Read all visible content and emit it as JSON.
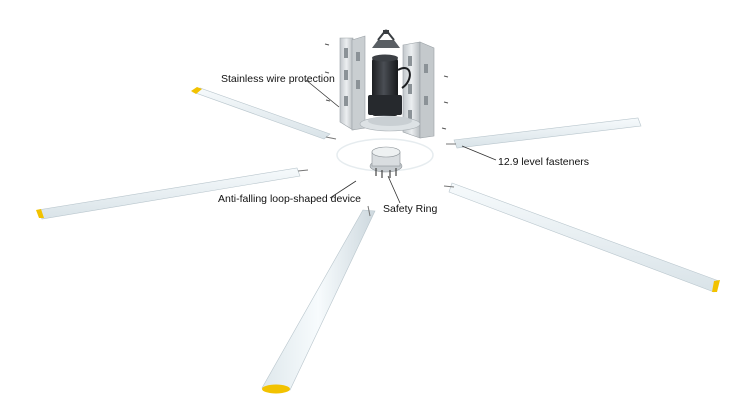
{
  "labels": {
    "wire_protection": "Stainless wire protection",
    "fasteners": "12.9 level fasteners",
    "anti_falling": "Anti-falling loop-shaped device",
    "safety_ring": "Safety Ring"
  },
  "colors": {
    "blade": "#e9f0f3",
    "blade_edge": "#b9c6cd",
    "blade_tip": "#f2c200",
    "bracket": "#d0d4d7",
    "motor": "#2a2d31",
    "leader": "#333333"
  }
}
